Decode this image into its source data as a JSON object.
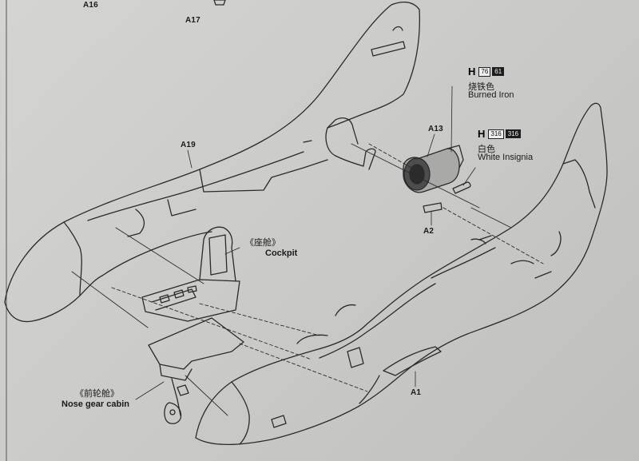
{
  "labels": {
    "a16": "A16",
    "a17": "A17",
    "a19": "A19",
    "a13": "A13",
    "a2": "A2",
    "a1": "A1"
  },
  "callouts": {
    "cockpit_cn": "《座舱》",
    "cockpit_en": "Cockpit",
    "nose_gear_cn": "《前轮舱》",
    "nose_gear_en": "Nose gear cabin"
  },
  "paints": [
    {
      "prefix": "H",
      "code1": "76",
      "code2": "61",
      "name_cn": "烧铁色",
      "name_en": "Burned Iron"
    },
    {
      "prefix": "H",
      "code1": "316",
      "code2": "316",
      "name_cn": "白色",
      "name_en": "White Insignia"
    }
  ]
}
